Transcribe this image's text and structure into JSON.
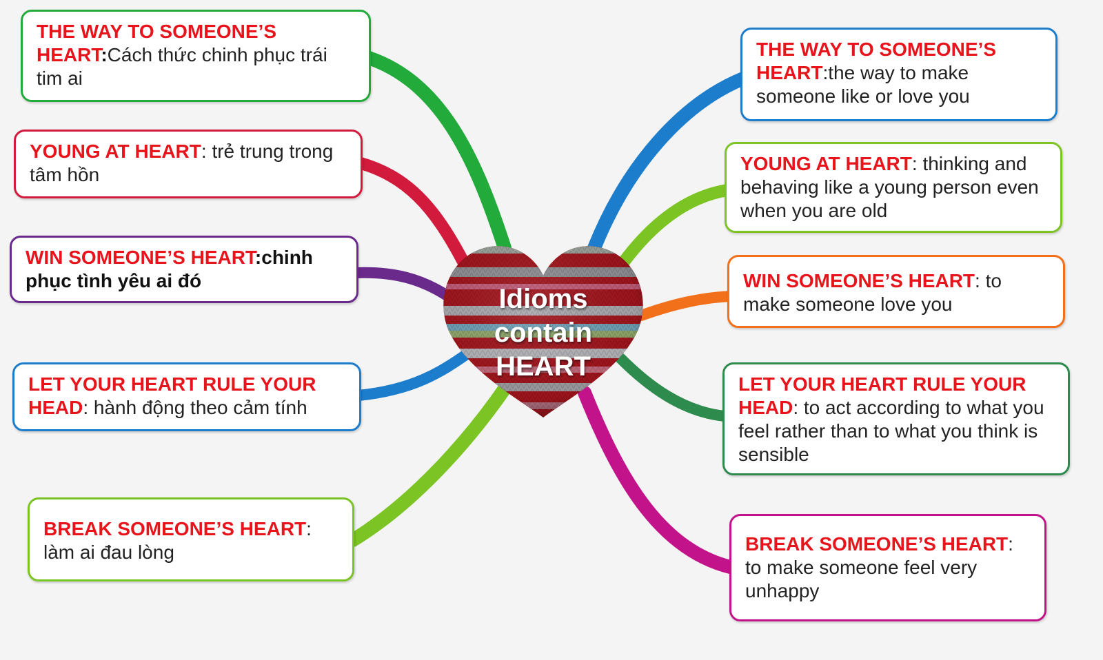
{
  "center": {
    "lines": [
      "Idioms",
      "contain",
      "HEART"
    ]
  },
  "left": [
    {
      "term": "THE WAY TO SOMEONE’S HEART",
      "sep": ":",
      "definition": "Cách thức chinh phục trái tim ai",
      "color": "#22aa3a",
      "sep_bold": true,
      "def_bold": false
    },
    {
      "term": "YOUNG AT HEART",
      "sep": ": ",
      "definition": "trẻ trung trong tâm hồn",
      "color": "#d21b3c",
      "sep_bold": false,
      "def_bold": false
    },
    {
      "term": "WIN SOMEONE’S HEART",
      "sep": ":",
      "definition": "chinh phục tình yêu ai đó",
      "color": "#6a2a8c",
      "sep_bold": true,
      "def_bold": true
    },
    {
      "term": "LET YOUR HEART RULE YOUR HEAD",
      "sep": ": ",
      "definition": "hành động theo cảm tính",
      "color": "#1c7dcc",
      "sep_bold": false,
      "def_bold": false
    },
    {
      "term": "BREAK SOMEONE’S HEART",
      "sep": ": ",
      "definition": "làm ai đau lòng",
      "color": "#7cc424",
      "sep_bold": false,
      "def_bold": false
    }
  ],
  "right": [
    {
      "term": "THE WAY TO SOMEONE’S HEART",
      "sep": ":",
      "definition": "the way to make someone like or love you",
      "color": "#1c7dcc",
      "sep_bold": false,
      "def_bold": false
    },
    {
      "term": "YOUNG AT HEART",
      "sep": ": ",
      "definition": "thinking and behaving like a young person even when you are old",
      "color": "#7cc424",
      "sep_bold": false,
      "def_bold": false
    },
    {
      "term": "WIN SOMEONE’S HEART",
      "sep": ": ",
      "definition": "to make someone love you",
      "color": "#f2701a",
      "sep_bold": false,
      "def_bold": false
    },
    {
      "term": "LET YOUR HEART RULE YOUR HEAD",
      "sep": ": ",
      "definition": "to act according to what you feel rather than to what you think is sensible",
      "color": "#2e8b4e",
      "sep_bold": false,
      "def_bold": false
    },
    {
      "term": "BREAK SOMEONE’S HEART",
      "sep": ": ",
      "definition": "to make someone feel very unhappy",
      "color": "#c3138a",
      "sep_bold": false,
      "def_bold": false
    }
  ]
}
